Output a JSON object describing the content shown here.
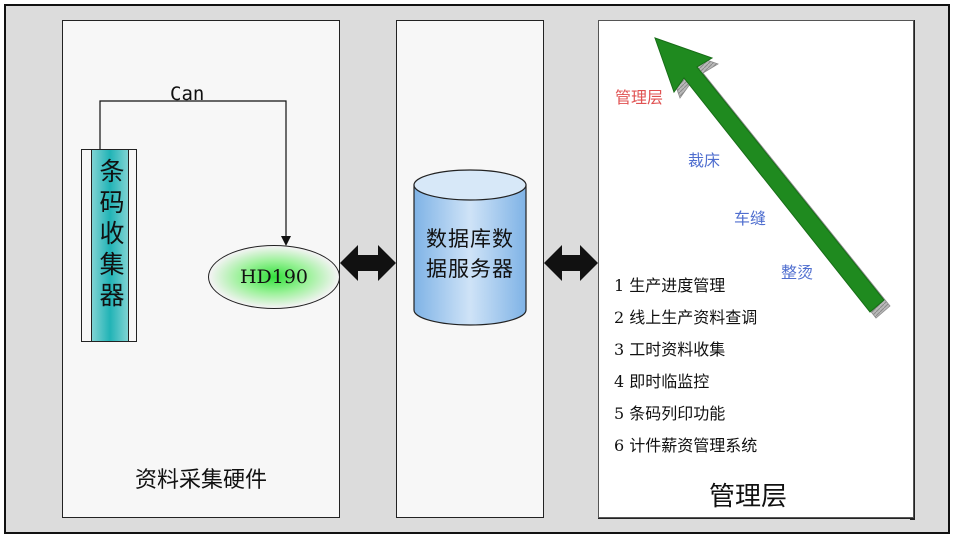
{
  "hardware": {
    "title": "资料采集硬件",
    "collector_label": "条码收集器",
    "device_label": "HD190",
    "link_label": "Can"
  },
  "database": {
    "line1": "数据库数",
    "line2": "据服务器"
  },
  "management": {
    "title": "管理层",
    "levels": [
      "管理层",
      "裁床",
      "车缝",
      "整烫"
    ],
    "functions": [
      "1 生产进度管理",
      "2 线上生产资料查调",
      "3 工时资料收集",
      "4 即时临监控",
      "5 条码列印功能",
      "6 计件薪资管理系统"
    ]
  },
  "colors": {
    "collector": "#21b3b6",
    "device_glow": "#33e13c",
    "cylinder": "#a9cdef",
    "arrow": "#1f8a1f",
    "level_top": "#e05252",
    "level_other": "#4f6ecf"
  }
}
